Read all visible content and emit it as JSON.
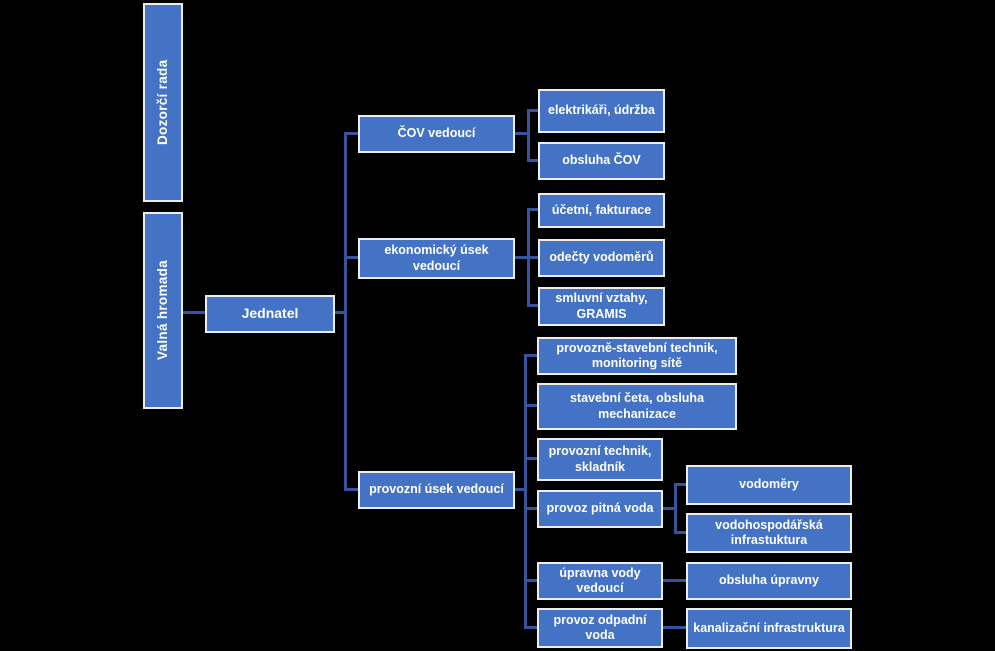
{
  "colors": {
    "background": "#000000",
    "node_fill": "#4472C4",
    "node_border": "#EDEDED",
    "node_text": "#FFFFFF",
    "connector": "#35549D"
  },
  "diagram": {
    "type": "org-chart",
    "nodes": {
      "dozorci_rada": {
        "label": "Dozorčí rada"
      },
      "valna_hromada": {
        "label": "Valná hromada"
      },
      "jednatel": {
        "label": "Jednatel"
      },
      "cov_vedouci": {
        "label": "ČOV vedoucí"
      },
      "elektrikari_udrzba": {
        "label": "elektrikáři, údržba"
      },
      "obsluha_cov": {
        "label": "obsluha ČOV"
      },
      "ekonomicky_usek_vedouci": {
        "label": "ekonomický úsek vedoucí"
      },
      "ucetni_fakturace": {
        "label": "účetní, fakturace"
      },
      "odecty_vodomeru": {
        "label": "odečty vodoměrů"
      },
      "smluvni_vztahy_gramis": {
        "label": "smluvní vztahy, GRAMIS"
      },
      "provozni_usek_vedouci": {
        "label": "provozní úsek vedoucí"
      },
      "provozne_stavebni_technik": {
        "label": "provozně-stavební technik, monitoring sítě"
      },
      "stavebni_ceta": {
        "label": "stavební četa, obsluha mechanizace"
      },
      "provozni_technik_skladnik": {
        "label": "provozní technik, skladník"
      },
      "provoz_pitna_voda": {
        "label": "provoz pitná voda"
      },
      "upravna_vody_vedouci": {
        "label": "úpravna vody vedoucí"
      },
      "provoz_odpadni_voda": {
        "label": "provoz odpadní voda"
      },
      "vodomery": {
        "label": "vodoměry"
      },
      "vodohospodarska_infrastuktura": {
        "label": "vodohospodářská infrastuktura"
      },
      "obsluha_upravny": {
        "label": "obsluha úpravny"
      },
      "kanalizacni_infrastruktura": {
        "label": "kanalizační infrastruktura"
      }
    }
  }
}
